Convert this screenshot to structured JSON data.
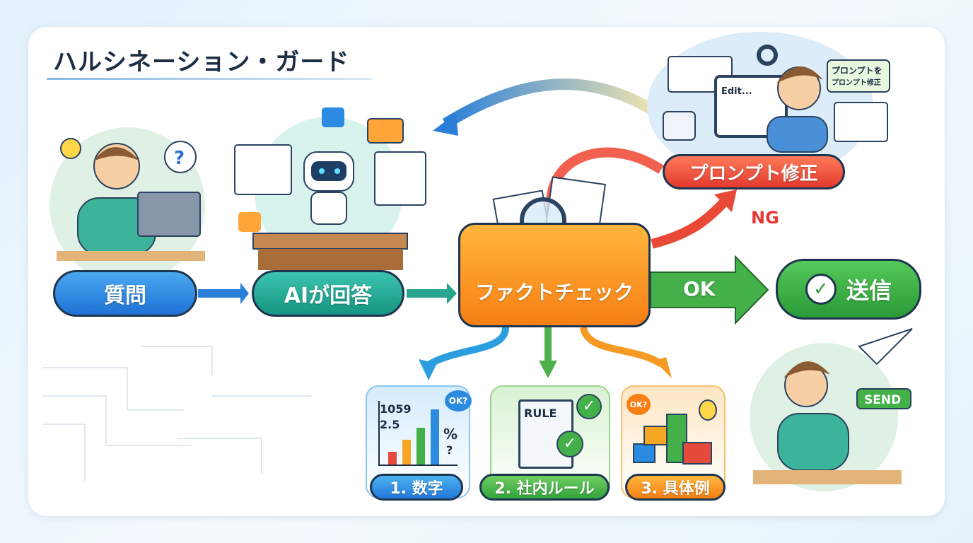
{
  "title": "ハルシネーション・ガード",
  "steps": {
    "question": "質問",
    "ai_answer": "AIが回答",
    "fact_check": "ファクトチェック",
    "send": "送信"
  },
  "branches": {
    "ok": "OK",
    "ng": "NG",
    "prompt_fix": "プロンプト修正"
  },
  "fix_scene": {
    "monitor_text": "Edit...",
    "speech_line1": "プロンプトを",
    "speech_line2": "プロンプト修正"
  },
  "checks": [
    {
      "label": "1. 数字",
      "chart_values": [
        "1059",
        "2.5"
      ],
      "symbols": [
        "%",
        "?"
      ],
      "badge": "OK?"
    },
    {
      "label": "2. 社内ルール",
      "book_text": "RULE"
    },
    {
      "label": "3. 具体例",
      "badge": "OK?"
    }
  ],
  "send_badge": "SEND",
  "colors": {
    "blue": "#1f72d6",
    "teal": "#159482",
    "orange": "#f77f14",
    "green": "#2a9a36",
    "red": "#e2392e"
  }
}
